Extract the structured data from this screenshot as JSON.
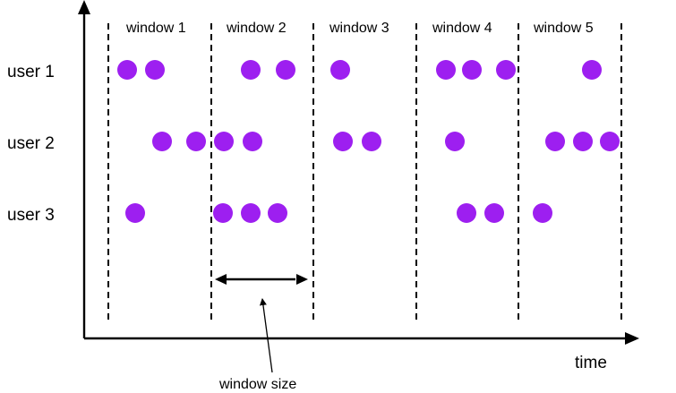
{
  "axis": {
    "time_label": "time"
  },
  "windows": [
    {
      "label": "window 1"
    },
    {
      "label": "window 2"
    },
    {
      "label": "window 3"
    },
    {
      "label": "window 4"
    },
    {
      "label": "window 5"
    }
  ],
  "users": [
    {
      "label": "user 1",
      "events_per_window": [
        2,
        2,
        1,
        3,
        1
      ]
    },
    {
      "label": "user 2",
      "events_per_window": [
        2,
        2,
        2,
        1,
        3
      ]
    },
    {
      "label": "user 3",
      "events_per_window": [
        1,
        3,
        0,
        2,
        1
      ]
    }
  ],
  "annotation": {
    "window_size_label": "window size"
  },
  "colors": {
    "event_dot": "#9d1ff0",
    "line": "#000000",
    "background": "#ffffff"
  }
}
